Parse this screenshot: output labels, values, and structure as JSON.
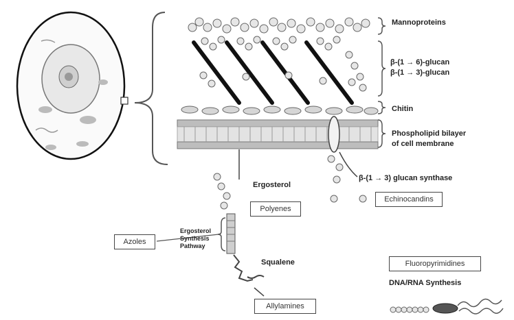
{
  "labels": {
    "mannoproteins": "Mannoproteins",
    "glucan_16": "β-(1 → 6)-glucan",
    "glucan_13": "β-(1 → 3)-glucan",
    "chitin": "Chitin",
    "bilayer_line1": "Phospholipid bilayer",
    "bilayer_line2": "of cell membrane",
    "ergosterol": "Ergosterol",
    "glucan_synthase": "β-(1 → 3) glucan synthase",
    "ergosterol_pathway": "Ergosterol Synthesis Pathway",
    "squalene": "Squalene",
    "dna_rna": "DNA/RNA Synthesis"
  },
  "drug_boxes": {
    "polyenes": "Polyenes",
    "echinocandins": "Echinocandins",
    "azoles": "Azoles",
    "allylamines": "Allylamines",
    "fluoropyrimidines": "Fluoropyrimidines"
  },
  "colors": {
    "line": "#333333",
    "glucan_chain": "#111111",
    "sugar_fill": "#e6e6e6",
    "membrane": "#bdbdbd",
    "cell_fill": "#f4f4f4"
  }
}
